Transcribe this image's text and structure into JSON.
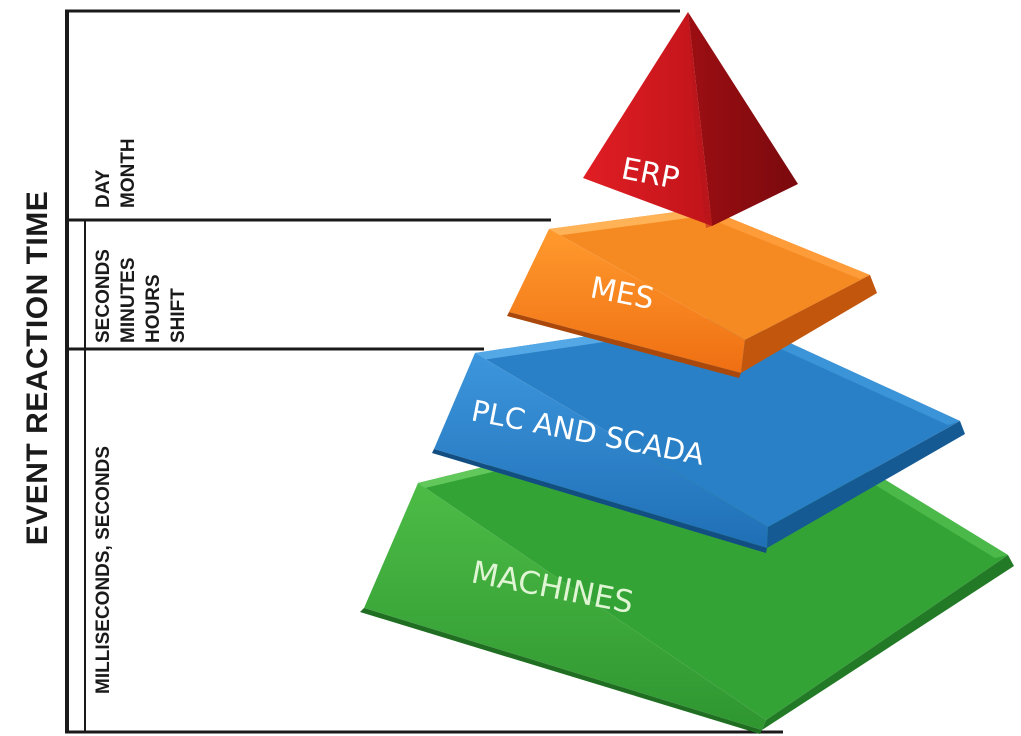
{
  "axis_title": "EVENT REACTION TIME",
  "bands": [
    {
      "id": "top",
      "lines": [
        "DAY",
        "MONTH"
      ]
    },
    {
      "id": "middle",
      "lines": [
        "SECONDS",
        "MINUTES",
        "HOURS",
        "SHIFT"
      ]
    },
    {
      "id": "bottom",
      "lines": [
        "MILLISECONDS, SECONDS"
      ]
    }
  ],
  "tiers": [
    {
      "label": "ERP",
      "color": "#c8141c"
    },
    {
      "label": "MES",
      "color": "#f07a1a"
    },
    {
      "label": "PLC AND SCADA",
      "color": "#2a82c8"
    },
    {
      "label": "MACHINES",
      "color": "#3aa63a"
    }
  ]
}
